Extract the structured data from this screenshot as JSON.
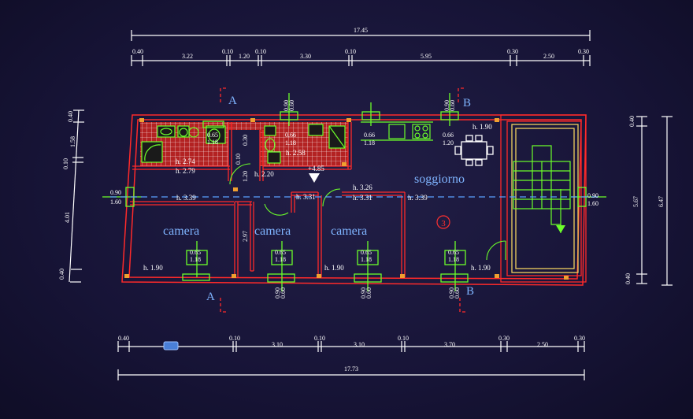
{
  "top_dims": {
    "total": "17.45",
    "segments": [
      "0.40",
      "3.22",
      "0.10",
      "1.20",
      "0.10",
      "3.30",
      "0.10",
      "5.95",
      "0.30",
      "2.50",
      "0.30"
    ]
  },
  "bottom_dims": {
    "total": "17.73",
    "segments": [
      "0.40",
      "0.10",
      "3.10",
      "0.10",
      "3.10",
      "0.10",
      "3.70",
      "0.30",
      "2.50",
      "0.30"
    ]
  },
  "left_dims": [
    "0.40",
    "1.58",
    "0.10",
    "4.01",
    "0.40"
  ],
  "right_dims": [
    "0.40",
    "5.67",
    "6.47",
    "0.40"
  ],
  "sections": {
    "a_top": "A",
    "a_bottom": "A",
    "b_top": "B",
    "b_bottom": "B"
  },
  "rooms": {
    "camera_1": "camera",
    "camera_2": "camera",
    "camera_3": "camera",
    "soggiorno": "soggiorno"
  },
  "heights": {
    "h_274": "h. 2.74",
    "h_279": "h. 2.79",
    "h_220": "h. 2.20",
    "h_258": "h. 2.58",
    "h_190_top": "h. 1.90",
    "h_339_left": "h. 3.39",
    "h_331_a": "h. 3.31",
    "h_326": "h. 3.26",
    "h_331_b": "h. 3.31",
    "h_339_right": "h. 3.39",
    "h_190_bl": "h. 1.90",
    "h_190_bm": "h. 1.90",
    "h_190_br": "h. 1.90",
    "elev": "+4.85",
    "wall_297": "2.97",
    "wall_120": "1.20",
    "wall_030": "0.30",
    "wall_010": "0.10"
  },
  "windows": {
    "w1_a": "0.65",
    "w1_b": "1.18",
    "w2_a": "0.66",
    "w2_b": "1.18",
    "w3_a": "0.66",
    "w3_b": "1.20",
    "w4_a": "0.66",
    "w4_b": "1.18",
    "w5_a": "0.65",
    "w5_b": "1.18",
    "w6_a": "0.65",
    "w6_b": "1.18",
    "w7_a": "0.65",
    "w7_b": "1.18",
    "w8_a": "0.65",
    "w8_b": "1.18",
    "left_side_a": "0.90",
    "left_side_b": "1.60",
    "right_side_a": "0.90",
    "right_side_b": "1.60",
    "vt1_a": "0.90",
    "vt1_b": "0.60",
    "vt2_a": "0.90",
    "vt2_b": "0.60",
    "vb1_a": "0.90",
    "vb1_b": "0.60",
    "vb2_a": "0.90",
    "vb2_b": "0.60",
    "vb3_a": "0.90",
    "vb3_b": "0.60",
    "vb4_a": "0.90",
    "vb4_b": "0.60"
  },
  "room_marker": "3",
  "colors": {
    "wall": "#ff2a2a",
    "fixture": "#6cff2a",
    "axis": "#5aa0ff",
    "dim": "#ffffff",
    "stair": "#f0d060",
    "tile": "#d02a2a"
  }
}
